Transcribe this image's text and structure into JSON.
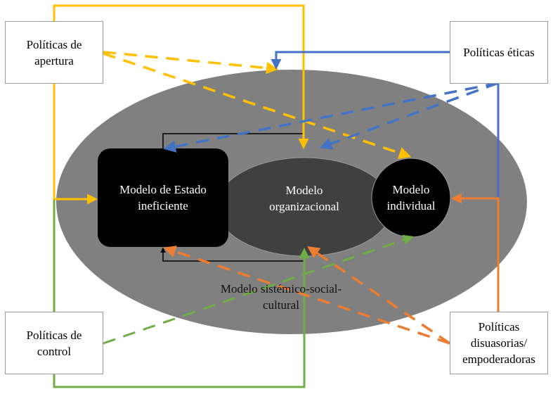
{
  "diagram": {
    "colors": {
      "open_policies": "#FFC000",
      "ethical_policies": "#4472C4",
      "control_policies": "#70AD47",
      "dissuasive_policies": "#ED7D31",
      "outer_ellipse": "#808080",
      "org_ellipse": "#404040",
      "state_box": "#000000",
      "individual_circle": "#000000"
    },
    "policies": {
      "apertura": "Políticas de apertura",
      "apertura_lines": [
        "Políticas de",
        "apertura"
      ],
      "eticas": "Políticas éticas",
      "control_lines": [
        "Políticas de",
        "control"
      ],
      "disuasorias_lines": [
        "Políticas",
        "disuasorias/",
        "empoderadoras"
      ]
    },
    "models": {
      "estado_lines": [
        "Modelo de Estado",
        "ineficiente"
      ],
      "organizacional_lines": [
        "Modelo",
        "organizacional"
      ],
      "individual_lines": [
        "Modelo",
        "individual"
      ],
      "sistemico_lines": [
        "Modelo sistémico-social-",
        "cultural"
      ]
    }
  }
}
